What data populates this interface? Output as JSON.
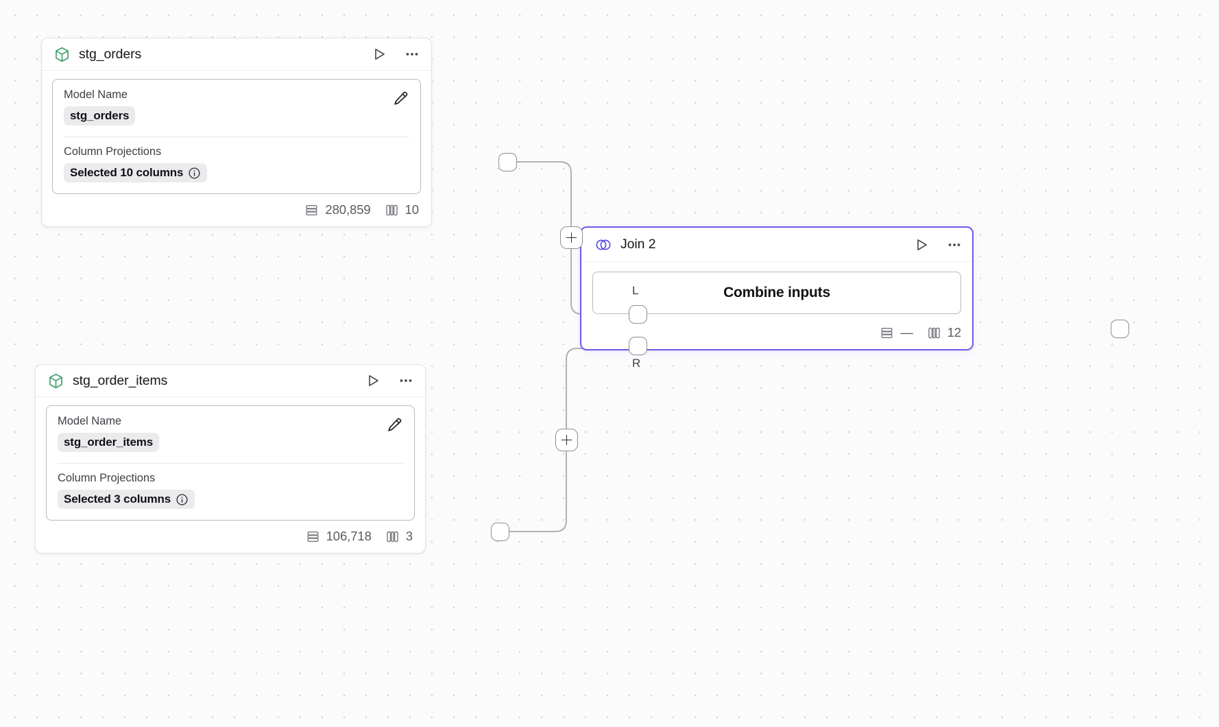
{
  "canvas": {
    "background_color": "#fbfbfc",
    "grid_dot_color": "#d0d0d4",
    "accent_color": "#6b5ce7",
    "model_icon_color": "#3f9d6e"
  },
  "nodes": [
    {
      "id": "stg_orders",
      "title": "stg_orders",
      "icon": "cube-icon",
      "run_label": "play-icon",
      "menu_label": "more-options-icon",
      "fields": {
        "model_name_label": "Model Name",
        "model_name_value": "stg_orders",
        "edit_icon": "pencil-icon",
        "column_projections_label": "Column Projections",
        "column_projections_value": "Selected 10 columns",
        "info_icon": "info-icon"
      },
      "footer": {
        "rows_icon": "rows-icon",
        "rows": "280,859",
        "columns_icon": "columns-icon",
        "columns": "10"
      }
    },
    {
      "id": "stg_order_items",
      "title": "stg_order_items",
      "icon": "cube-icon",
      "run_label": "play-icon",
      "menu_label": "more-options-icon",
      "fields": {
        "model_name_label": "Model Name",
        "model_name_value": "stg_order_items",
        "edit_icon": "pencil-icon",
        "column_projections_label": "Column Projections",
        "column_projections_value": "Selected 3 columns",
        "info_icon": "info-icon"
      },
      "footer": {
        "rows_icon": "rows-icon",
        "rows": "106,718",
        "columns_icon": "columns-icon",
        "columns": "3"
      }
    },
    {
      "id": "join_2",
      "title": "Join 2",
      "icon": "venn-join-icon",
      "run_label": "play-icon",
      "menu_label": "more-options-icon",
      "selected": true,
      "action_button_label": "Combine inputs",
      "input_port_labels": {
        "left": "L",
        "right": "R"
      },
      "footer": {
        "rows_icon": "rows-icon",
        "rows": "—",
        "columns_icon": "columns-icon",
        "columns": "12"
      }
    }
  ],
  "edges": [
    {
      "id": "stg_orders-to-join-L",
      "add_button_label": "+"
    },
    {
      "id": "stg_order_items-to-join-R",
      "add_button_label": "+"
    }
  ]
}
